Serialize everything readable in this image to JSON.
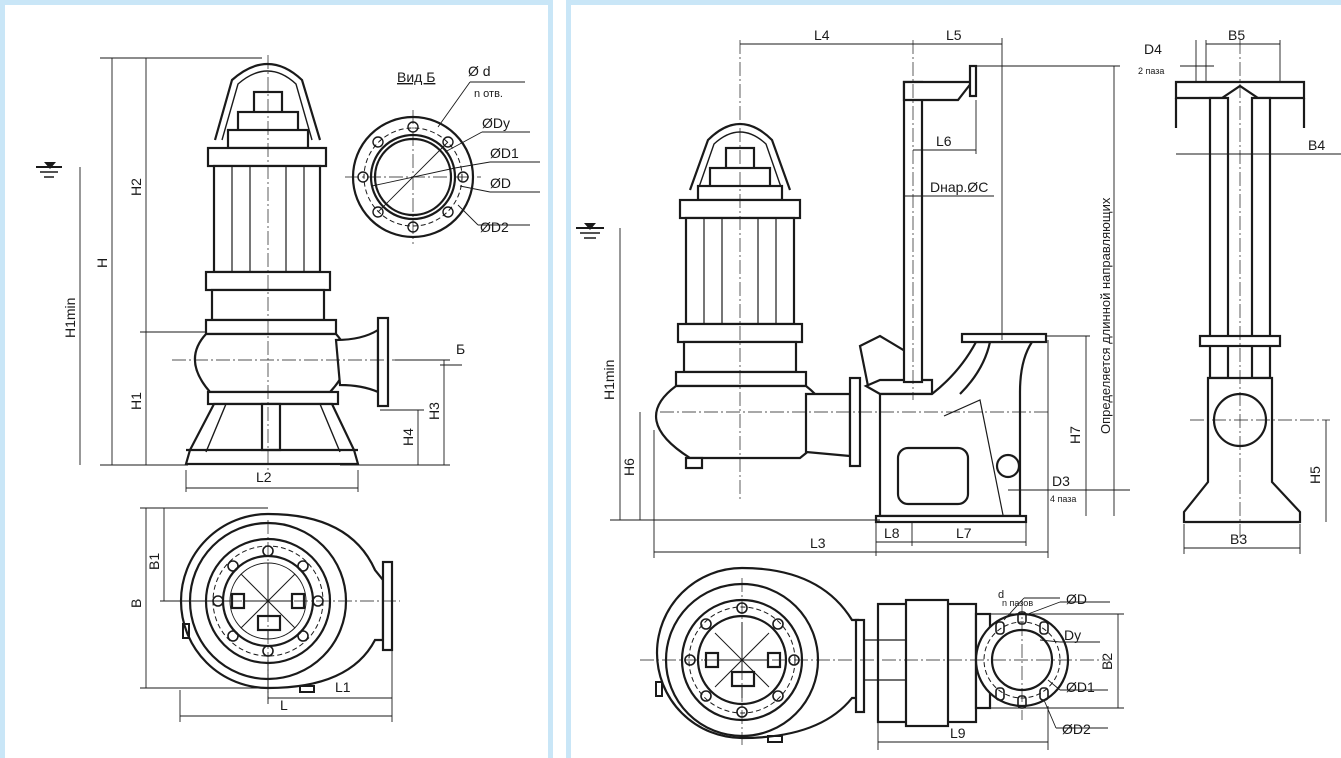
{
  "left_labels": {
    "H2": "H2",
    "H": "H",
    "H1min": "H1min",
    "H1": "H1",
    "H4": "H4",
    "H3": "H3",
    "L2": "L2",
    "B1": "B1",
    "B": "B",
    "L1": "L1",
    "L": "L",
    "B_arrow": "Б",
    "view_title": "Вид Б",
    "d": "Ø d",
    "n_holes": "n отв.",
    "Dy": "ØDy",
    "D1": "ØD1",
    "D": "ØD",
    "D2": "ØD2"
  },
  "right_labels": {
    "L4": "L4",
    "L5": "L5",
    "L6": "L6",
    "D4": "D4",
    "D4_note": "2 паза",
    "B5": "B5",
    "B4": "B4",
    "Dnar": "Dнар.ØC",
    "H1min": "H1min",
    "H7": "H7",
    "H6": "H6",
    "H5": "H5",
    "L3": "L3",
    "L8": "L8",
    "L7": "L7",
    "B3": "B3",
    "D3": "D3",
    "D3_note": "4 паза",
    "guide_note": "Определяется длинной направляющих",
    "d": "d",
    "n_slots": "n пазов",
    "D": "ØD",
    "Dy": "Dy",
    "D1": "ØD1",
    "D2": "ØD2",
    "B2": "B2",
    "L9": "L9"
  },
  "colors": {
    "frame": "#c9e6f7",
    "line": "#1a1a1a"
  }
}
